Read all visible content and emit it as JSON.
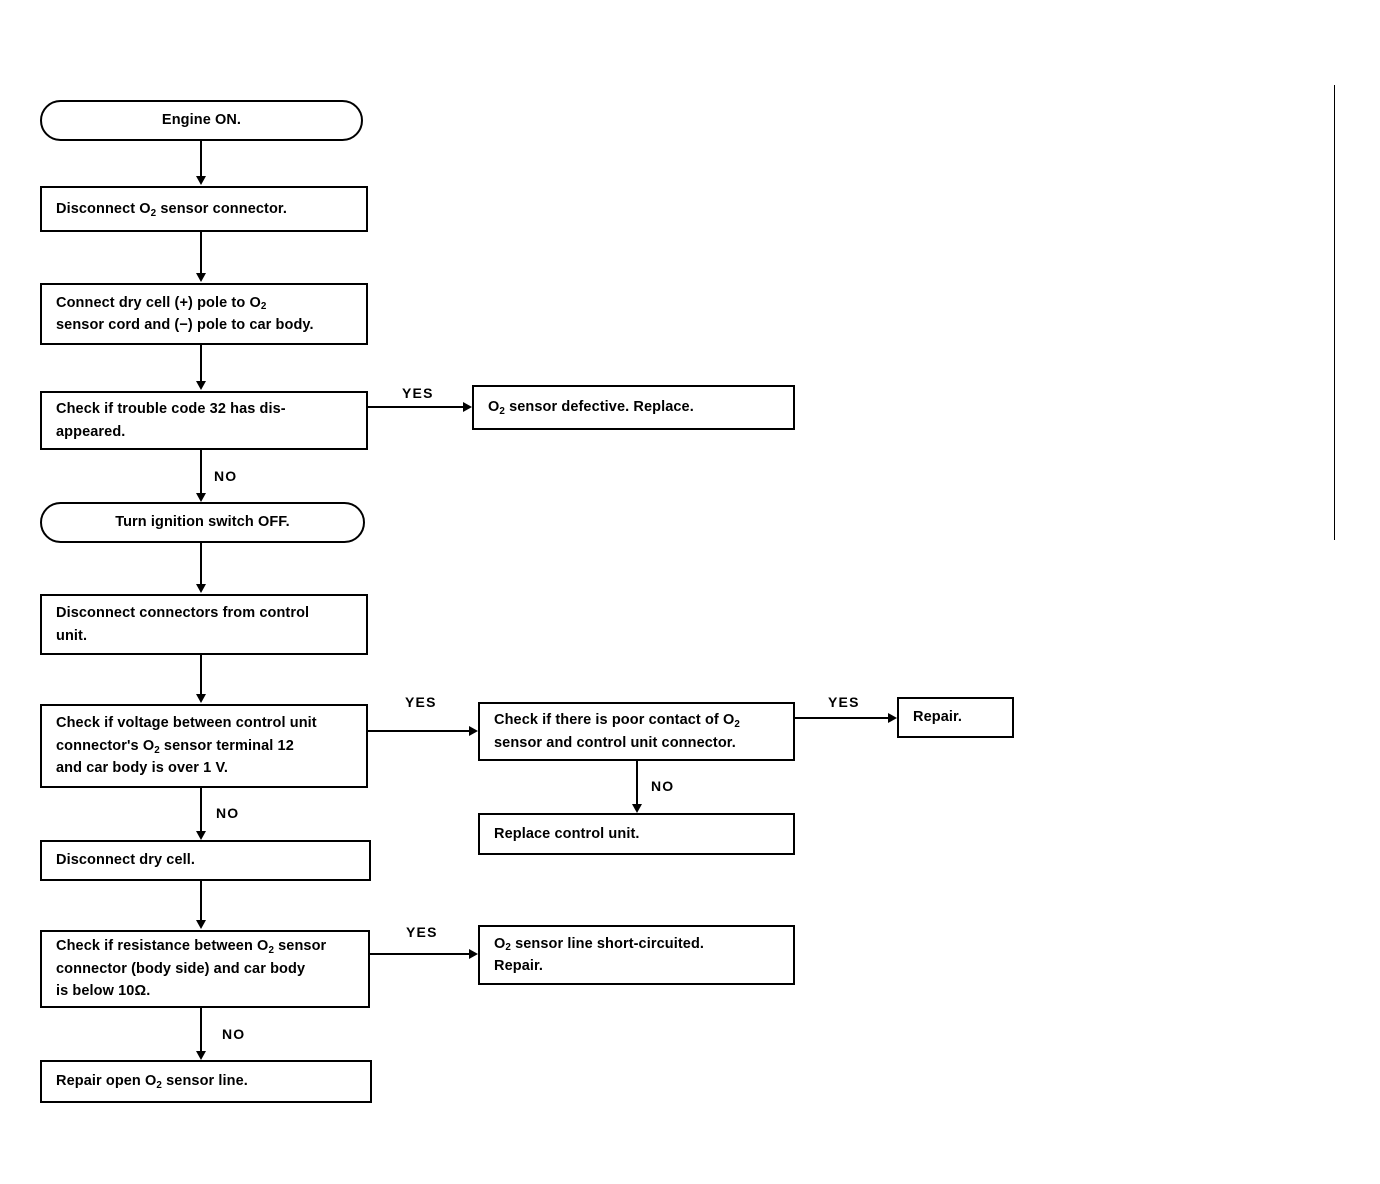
{
  "document": {
    "type": "troubleshooting-flowchart",
    "subject": "O2 sensor / trouble code 32 diagnostic chart"
  },
  "nodes": {
    "engine_on": "Engine ON.",
    "disconnect_sensor_connector": "Disconnect O₂ sensor connector.",
    "connect_dry_cell_l1": "Connect dry cell (+) pole to O₂",
    "connect_dry_cell_l2": "sensor cord and (−) pole to car body.",
    "check_code_32_l1": "Check if trouble code 32 has dis-",
    "check_code_32_l2": "appeared.",
    "sensor_defective": "O₂ sensor defective.  Replace.",
    "turn_ignition_off": "Turn ignition switch OFF.",
    "disconnect_control_unit_l1": "Disconnect connectors from control",
    "disconnect_control_unit_l2": "unit.",
    "check_voltage_l1": "Check if voltage between control unit",
    "check_voltage_l2": "connector's O₂ sensor terminal 12",
    "check_voltage_l3": "and car body is over 1 V.",
    "check_poor_contact_l1": "Check if there is poor contact of O₂",
    "check_poor_contact_l2": "sensor and control unit connector.",
    "repair": "Repair.",
    "replace_control_unit": "Replace control unit.",
    "disconnect_dry_cell": "Disconnect dry cell.",
    "check_resistance_l1": "Check if resistance between O₂ sensor",
    "check_resistance_l2": "connector (body side) and car body",
    "check_resistance_l3": "is below 10Ω.",
    "sensor_line_short_l1": "O₂ sensor line short-circuited.",
    "sensor_line_short_l2": "Repair.",
    "repair_open_line": "Repair open O₂ sensor line."
  },
  "branches": {
    "yes_code32": "YES",
    "no_code32": "NO",
    "yes_voltage": "YES",
    "no_voltage": "NO",
    "yes_poor_contact": "YES",
    "no_poor_contact": "NO",
    "yes_resistance": "YES",
    "no_resistance": "NO"
  },
  "colors": {
    "ink": "#000000",
    "paper": "#ffffff"
  }
}
